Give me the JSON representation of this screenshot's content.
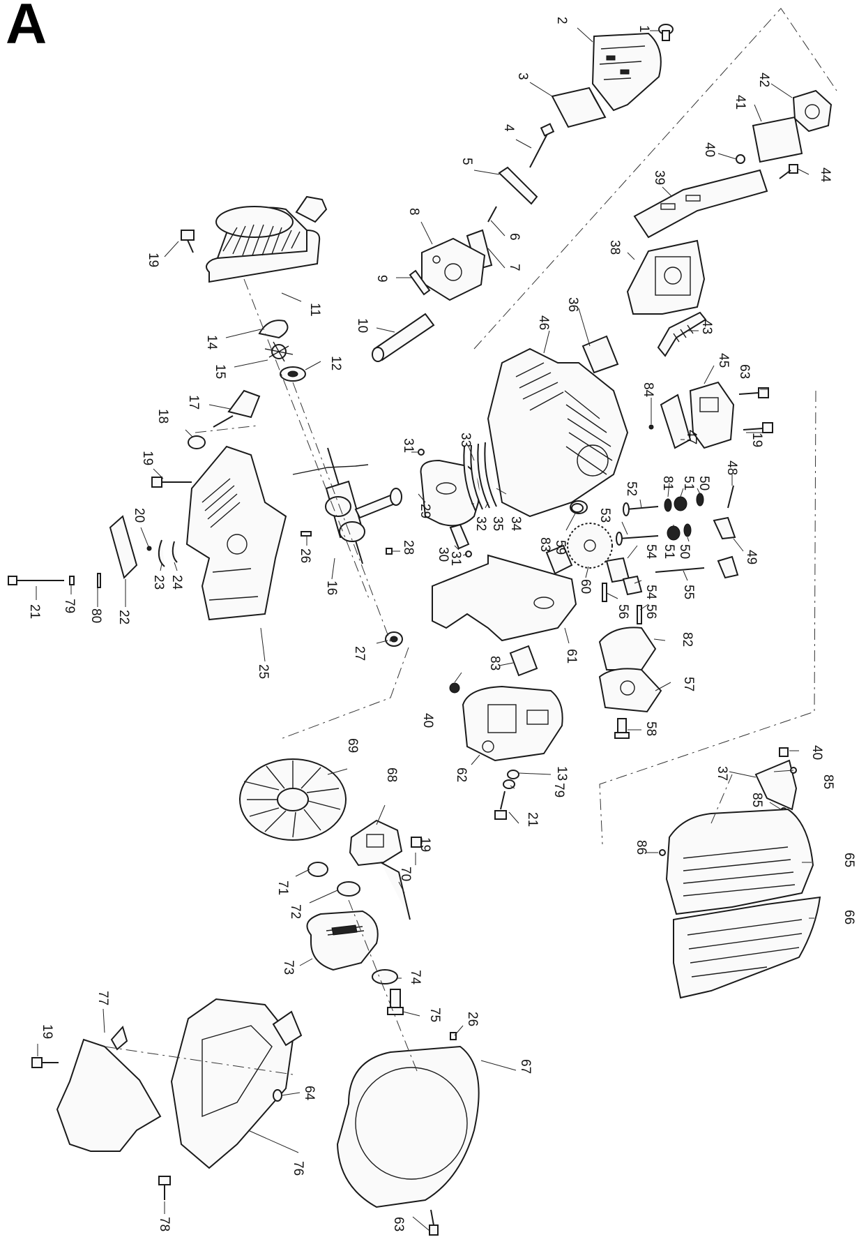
{
  "page": {
    "section_letter": "A"
  },
  "callouts": [
    {
      "id": "c1",
      "text": "1"
    },
    {
      "id": "c2",
      "text": "2"
    },
    {
      "id": "c3",
      "text": "3"
    },
    {
      "id": "c4",
      "text": "4"
    },
    {
      "id": "c5",
      "text": "5"
    },
    {
      "id": "c6",
      "text": "6"
    },
    {
      "id": "c7",
      "text": "7"
    },
    {
      "id": "c8",
      "text": "8"
    },
    {
      "id": "c9",
      "text": "9"
    },
    {
      "id": "c10",
      "text": "10"
    },
    {
      "id": "c11",
      "text": "11"
    },
    {
      "id": "c12",
      "text": "12"
    },
    {
      "id": "c13",
      "text": "13"
    },
    {
      "id": "c14",
      "text": "14"
    },
    {
      "id": "c15",
      "text": "15"
    },
    {
      "id": "c16",
      "text": "16"
    },
    {
      "id": "c17",
      "text": "17"
    },
    {
      "id": "c18",
      "text": "18"
    },
    {
      "id": "c19a",
      "text": "19"
    },
    {
      "id": "c19b",
      "text": "19"
    },
    {
      "id": "c19c",
      "text": "19"
    },
    {
      "id": "c19d",
      "text": "19"
    },
    {
      "id": "c19e",
      "text": "19"
    },
    {
      "id": "c20",
      "text": "20"
    },
    {
      "id": "c21a",
      "text": "21"
    },
    {
      "id": "c21b",
      "text": "21"
    },
    {
      "id": "c22",
      "text": "22"
    },
    {
      "id": "c23",
      "text": "23"
    },
    {
      "id": "c24",
      "text": "24"
    },
    {
      "id": "c25",
      "text": "25"
    },
    {
      "id": "c26a",
      "text": "26"
    },
    {
      "id": "c26b",
      "text": "26"
    },
    {
      "id": "c27",
      "text": "27"
    },
    {
      "id": "c28",
      "text": "28"
    },
    {
      "id": "c29",
      "text": "29"
    },
    {
      "id": "c30",
      "text": "30"
    },
    {
      "id": "c31a",
      "text": "31"
    },
    {
      "id": "c31b",
      "text": "31"
    },
    {
      "id": "c32",
      "text": "32"
    },
    {
      "id": "c33",
      "text": "33"
    },
    {
      "id": "c34",
      "text": "34"
    },
    {
      "id": "c35",
      "text": "35"
    },
    {
      "id": "c36",
      "text": "36"
    },
    {
      "id": "c37",
      "text": "37"
    },
    {
      "id": "c38",
      "text": "38"
    },
    {
      "id": "c39",
      "text": "39"
    },
    {
      "id": "c40a",
      "text": "40"
    },
    {
      "id": "c40b",
      "text": "40"
    },
    {
      "id": "c40c",
      "text": "40"
    },
    {
      "id": "c41",
      "text": "41"
    },
    {
      "id": "c42",
      "text": "42"
    },
    {
      "id": "c43",
      "text": "43"
    },
    {
      "id": "c44",
      "text": "44"
    },
    {
      "id": "c45",
      "text": "45"
    },
    {
      "id": "c46",
      "text": "46"
    },
    {
      "id": "c47",
      "text": "47"
    },
    {
      "id": "c48",
      "text": "48"
    },
    {
      "id": "c49",
      "text": "49"
    },
    {
      "id": "c50a",
      "text": "50"
    },
    {
      "id": "c50b",
      "text": "50"
    },
    {
      "id": "c51a",
      "text": "51"
    },
    {
      "id": "c51b",
      "text": "51"
    },
    {
      "id": "c52",
      "text": "52"
    },
    {
      "id": "c53",
      "text": "53"
    },
    {
      "id": "c54a",
      "text": "54"
    },
    {
      "id": "c54b",
      "text": "54"
    },
    {
      "id": "c55",
      "text": "55"
    },
    {
      "id": "c56a",
      "text": "56"
    },
    {
      "id": "c56b",
      "text": "56"
    },
    {
      "id": "c57",
      "text": "57"
    },
    {
      "id": "c58",
      "text": "58"
    },
    {
      "id": "c59",
      "text": "59"
    },
    {
      "id": "c60",
      "text": "60"
    },
    {
      "id": "c61",
      "text": "61"
    },
    {
      "id": "c62",
      "text": "62"
    },
    {
      "id": "c63a",
      "text": "63"
    },
    {
      "id": "c63b",
      "text": "63"
    },
    {
      "id": "c64",
      "text": "64"
    },
    {
      "id": "c65",
      "text": "65"
    },
    {
      "id": "c66",
      "text": "66"
    },
    {
      "id": "c67",
      "text": "67"
    },
    {
      "id": "c68",
      "text": "68"
    },
    {
      "id": "c69",
      "text": "69"
    },
    {
      "id": "c70",
      "text": "70"
    },
    {
      "id": "c71",
      "text": "71"
    },
    {
      "id": "c72",
      "text": "72"
    },
    {
      "id": "c73",
      "text": "73"
    },
    {
      "id": "c74",
      "text": "74"
    },
    {
      "id": "c75",
      "text": "75"
    },
    {
      "id": "c76",
      "text": "76"
    },
    {
      "id": "c77",
      "text": "77"
    },
    {
      "id": "c78",
      "text": "78"
    },
    {
      "id": "c79a",
      "text": "79"
    },
    {
      "id": "c79b",
      "text": "79"
    },
    {
      "id": "c80",
      "text": "80"
    },
    {
      "id": "c81",
      "text": "81"
    },
    {
      "id": "c82",
      "text": "82"
    },
    {
      "id": "c83a",
      "text": "83"
    },
    {
      "id": "c83b",
      "text": "83"
    },
    {
      "id": "c84",
      "text": "84"
    },
    {
      "id": "c85a",
      "text": "85"
    },
    {
      "id": "c85b",
      "text": "85"
    },
    {
      "id": "c86",
      "text": "86"
    }
  ]
}
